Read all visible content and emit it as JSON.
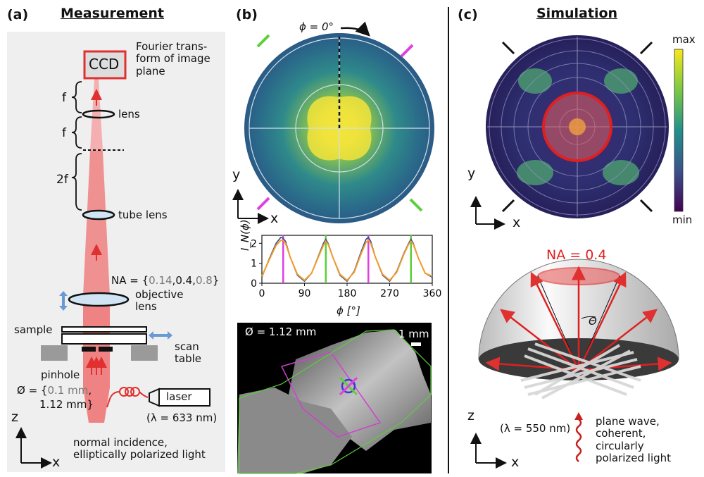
{
  "panels": {
    "a": {
      "letter": "(a)",
      "title": "Measurement",
      "ccd": "CCD",
      "fourier_label": "Fourier trans-\nform of image\nplane",
      "f1": "f",
      "f2": "f",
      "f3": "2f",
      "lens": "lens",
      "tube_lens": "tube lens",
      "na_prefix": "NA = {",
      "na_v1": "0.14",
      "na_sep1": ",0.4,",
      "na_v3": "0.8",
      "na_suffix": "}",
      "objective": "objective\nlens",
      "sample": "sample",
      "scan_table": "scan\ntable",
      "pinhole": "pinhole",
      "diam_prefix": "Ø = {",
      "diam_v1": "0.1 mm",
      "diam_sep": ",",
      "diam_v2": "1.12 mm}",
      "laser": "laser",
      "wavelength": "(λ = 633 nm)",
      "incidence": "normal incidence,\nelliptically polarized light",
      "axis_z": "z",
      "axis_x": "x"
    },
    "b": {
      "letter": "(b)",
      "phi_label": "ϕ = 0°",
      "axis_y": "y",
      "axis_x": "x",
      "plot_ylabel": "I_N(ϕ)",
      "plot_xlabel": "ϕ [°]",
      "micro_diam": "Ø = 1.12 mm",
      "scale_bar": "1 mm"
    },
    "c": {
      "letter": "(c)",
      "title": "Simulation",
      "cbar_max": "max",
      "cbar_min": "min",
      "axis_y": "y",
      "axis_x": "x",
      "na": "NA = 0.4",
      "theta": "Θ",
      "axis_z": "z",
      "wavelength": "(λ = 550 nm)",
      "plane_wave": "plane wave,\ncoherent,\ncircularly\npolarized light"
    }
  },
  "chart_data": {
    "type": "line",
    "xlabel": "ϕ [°]",
    "ylabel": "I_N(ϕ)",
    "xlim": [
      0,
      360
    ],
    "ylim": [
      0,
      2.4
    ],
    "xticks": [
      0,
      90,
      180,
      270,
      360
    ],
    "yticks": [
      0,
      1,
      2
    ],
    "series": [
      {
        "color": "#2f4e8f",
        "x": [
          0,
          15,
          30,
          40,
          45,
          50,
          60,
          75,
          90,
          105,
          120,
          130,
          135,
          140,
          150,
          165,
          180,
          195,
          210,
          220,
          225,
          230,
          240,
          255,
          270,
          285,
          300,
          310,
          315,
          320,
          330,
          345,
          360
        ],
        "y": [
          0.3,
          1.2,
          2.0,
          2.3,
          2.25,
          2.1,
          1.3,
          0.4,
          0.1,
          0.5,
          1.4,
          2.0,
          2.2,
          2.0,
          1.3,
          0.4,
          0.1,
          0.6,
          1.6,
          2.2,
          2.3,
          2.1,
          1.3,
          0.4,
          0.1,
          0.6,
          1.5,
          2.0,
          2.2,
          2.0,
          1.3,
          0.5,
          0.3
        ]
      },
      {
        "color": "#f39c2a",
        "x": [
          0,
          15,
          30,
          40,
          45,
          50,
          60,
          75,
          90,
          105,
          120,
          130,
          135,
          140,
          150,
          165,
          180,
          195,
          210,
          220,
          225,
          230,
          240,
          255,
          270,
          285,
          300,
          310,
          315,
          320,
          330,
          345,
          360
        ],
        "y": [
          0.35,
          1.15,
          1.9,
          2.15,
          2.15,
          2.0,
          1.3,
          0.45,
          0.15,
          0.5,
          1.35,
          1.9,
          2.1,
          1.95,
          1.3,
          0.45,
          0.15,
          0.55,
          1.5,
          2.05,
          2.15,
          2.0,
          1.3,
          0.45,
          0.15,
          0.55,
          1.45,
          1.95,
          2.1,
          1.95,
          1.3,
          0.5,
          0.35
        ]
      }
    ],
    "vlines": [
      {
        "x": 45,
        "color": "#e040e0"
      },
      {
        "x": 135,
        "color": "#5ccf3a"
      },
      {
        "x": 225,
        "color": "#e040e0"
      },
      {
        "x": 315,
        "color": "#5ccf3a"
      }
    ]
  }
}
